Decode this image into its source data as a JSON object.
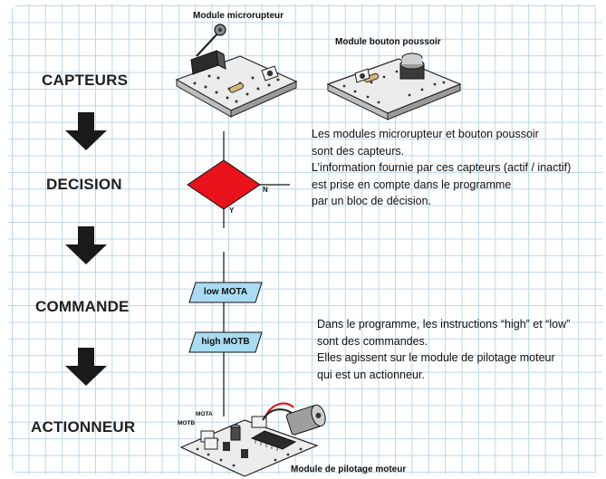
{
  "stages": {
    "capteurs": "CAPTEURS",
    "decision": "DECISION",
    "commande": "COMMANDE",
    "actionneur": "ACTIONNEUR"
  },
  "modules": {
    "microrupteur": "Module microrupteur",
    "bouton_poussoir": "Module bouton poussoir",
    "pilotage_moteur": "Module de pilotage moteur",
    "mota_tag": "MOTA",
    "motb_tag": "MOTB"
  },
  "flowchart": {
    "decision_no": "N",
    "decision_yes": "Y",
    "instruction_1": "low MOTA",
    "instruction_2": "high MOTB"
  },
  "notes": {
    "capteurs": [
      "Les modules microrupteur et bouton poussoir",
      "sont des capteurs.",
      "L’information fournie par ces capteurs (actif / inactif)",
      "est prise en compte dans le programme",
      "par un bloc de décision."
    ],
    "commandes": [
      "Dans le programme, les instructions “high” et “low”",
      "sont des commandes.",
      "Elles agissent sur le module de pilotage moteur",
      "qui est un actionneur."
    ]
  },
  "colors": {
    "grid": "#b9d7ee",
    "decision_fill": "#e8121a",
    "instruction_fill": "#a9dcf2",
    "arrow": "#1a1a1a"
  }
}
